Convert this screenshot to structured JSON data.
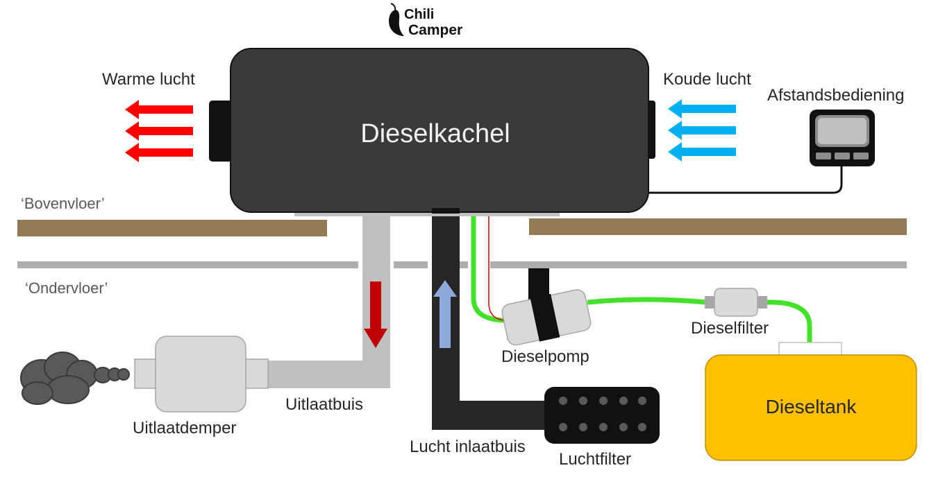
{
  "logo": {
    "line1": "Chili",
    "line2": "Camper"
  },
  "heater": {
    "label": "Dieselkachel"
  },
  "labels": {
    "warm_air": "Warme lucht",
    "cold_air": "Koude lucht",
    "remote": "Afstandsbediening",
    "upper_floor": "‘Bovenvloer’",
    "lower_floor": "‘Ondervloer’",
    "exhaust_pipe": "Uitlaatbuis",
    "muffler": "Uitlaatdemper",
    "air_intake_pipe": "Lucht inlaatbuis",
    "air_filter": "Luchtfilter",
    "diesel_pump": "Dieselpomp",
    "diesel_filter": "Dieselfilter",
    "diesel_tank": "Dieseltank"
  },
  "colors": {
    "heater_body": "#3a3a3d",
    "warm_arrow": "#ff0000",
    "cold_arrow": "#00b0f0",
    "upper_floor": "#937b55",
    "lower_floor": "#b0adae",
    "exhaust": "#c0c0c0",
    "intake": "#262626",
    "fuel_line": "#44e12b",
    "tank": "#ffc000",
    "exhaust_flow_arrow": "#c00000",
    "intake_flow_arrow": "#8ea9db"
  },
  "icons": [
    "chili-pepper-icon",
    "smoke-cloud-icon"
  ]
}
